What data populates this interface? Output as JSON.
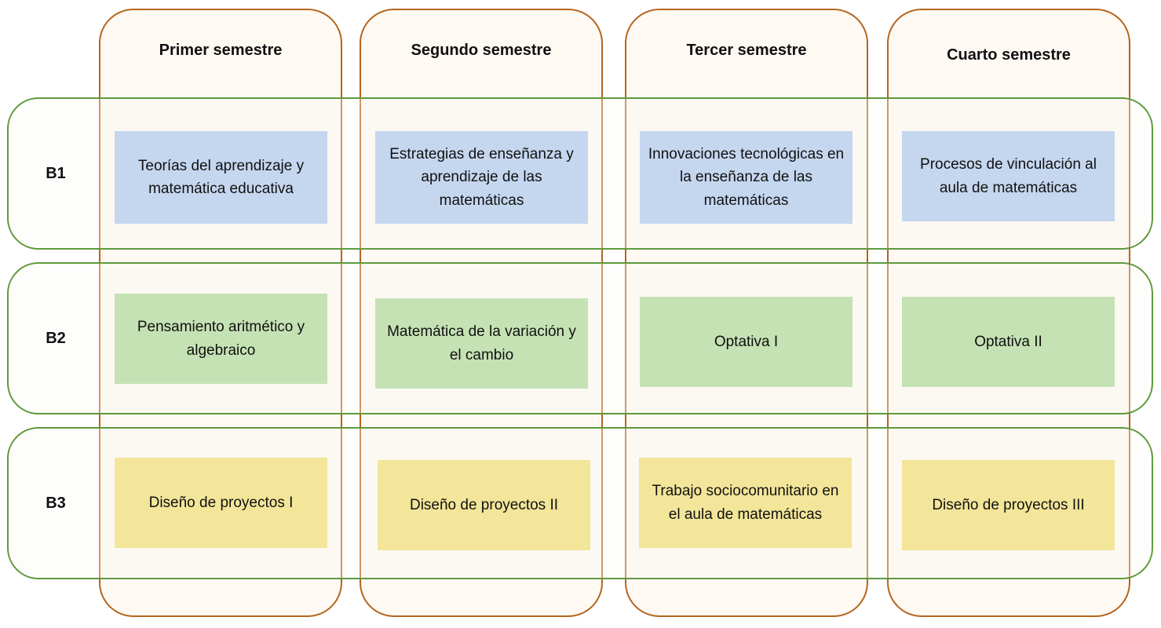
{
  "semesters": [
    {
      "title": "Primer semestre"
    },
    {
      "title": "Segundo semestre"
    },
    {
      "title": "Tercer semestre"
    },
    {
      "title": "Cuarto semestre"
    }
  ],
  "blocks": [
    {
      "label": "B1",
      "courses": [
        "Teorías del aprendizaje y matemática educativa",
        "Estrategias de enseñanza y aprendizaje de las matemáticas",
        "Innovaciones tecnológicas en la enseñanza de las matemáticas",
        "Procesos de vinculación al aula de matemáticas"
      ]
    },
    {
      "label": "B2",
      "courses": [
        "Pensamiento aritmético y algebraico",
        "Matemática de la variación y el cambio",
        "Optativa I",
        "Optativa II"
      ]
    },
    {
      "label": "B3",
      "courses": [
        "Diseño de proyectos I",
        "Diseño de proyectos II",
        "Trabajo sociocomunitario en el aula de matemáticas",
        "Diseño de proyectos III"
      ]
    }
  ],
  "colors": {
    "semester_outline": "#b5651d",
    "block_outline": "#5e9a3c",
    "b1_fill": "#c5d6ef",
    "b2_fill": "#c5e2b4",
    "b3_fill": "#f3e599"
  }
}
